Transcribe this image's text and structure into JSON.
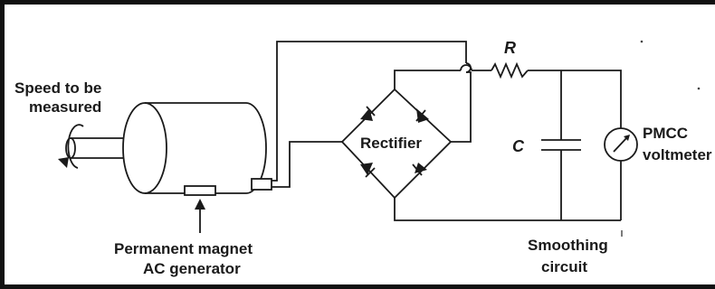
{
  "labels": {
    "speed_line1": "Speed to be",
    "speed_line2": "measured",
    "generator_line1": "Permanent magnet",
    "generator_line2": "AC generator",
    "rectifier": "Rectifier",
    "resistor": "R",
    "capacitor": "C",
    "meter_line1": "PMCC",
    "meter_line2": "voltmeter",
    "smoothing_line1": "Smoothing",
    "smoothing_line2": "circuit"
  }
}
